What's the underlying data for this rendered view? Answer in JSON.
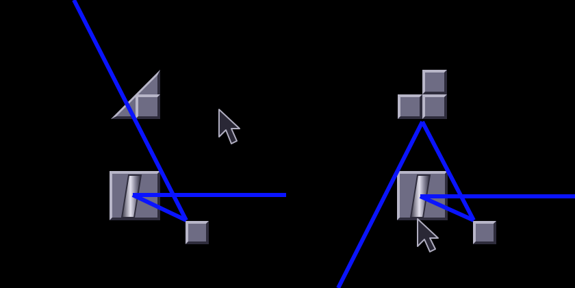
{
  "colors": {
    "background": "#000000",
    "laser_beam": "#0a14ff",
    "block_face": "#6e6c84",
    "block_highlight": "#b8b6c8",
    "block_shadow": "#2e2c3c",
    "mirror_face": "#d8d6e4",
    "mirror_dark": "#3a3848",
    "cursor_fill": "#2a2836",
    "cursor_edge": "#b0aec0"
  },
  "icons": {
    "block": "square-block-icon",
    "wedge": "triangle-wedge-icon",
    "mirror": "rotating-mirror-icon",
    "cursor": "mouse-pointer-icon"
  },
  "panels": [
    {
      "id": "left-puzzle",
      "pieces": [
        "wedge-block",
        "mirror-block",
        "small-block"
      ],
      "cursor_visible": true
    },
    {
      "id": "right-puzzle",
      "pieces": [
        "block-cluster",
        "mirror-block",
        "small-block"
      ],
      "cursor_visible": true
    }
  ]
}
